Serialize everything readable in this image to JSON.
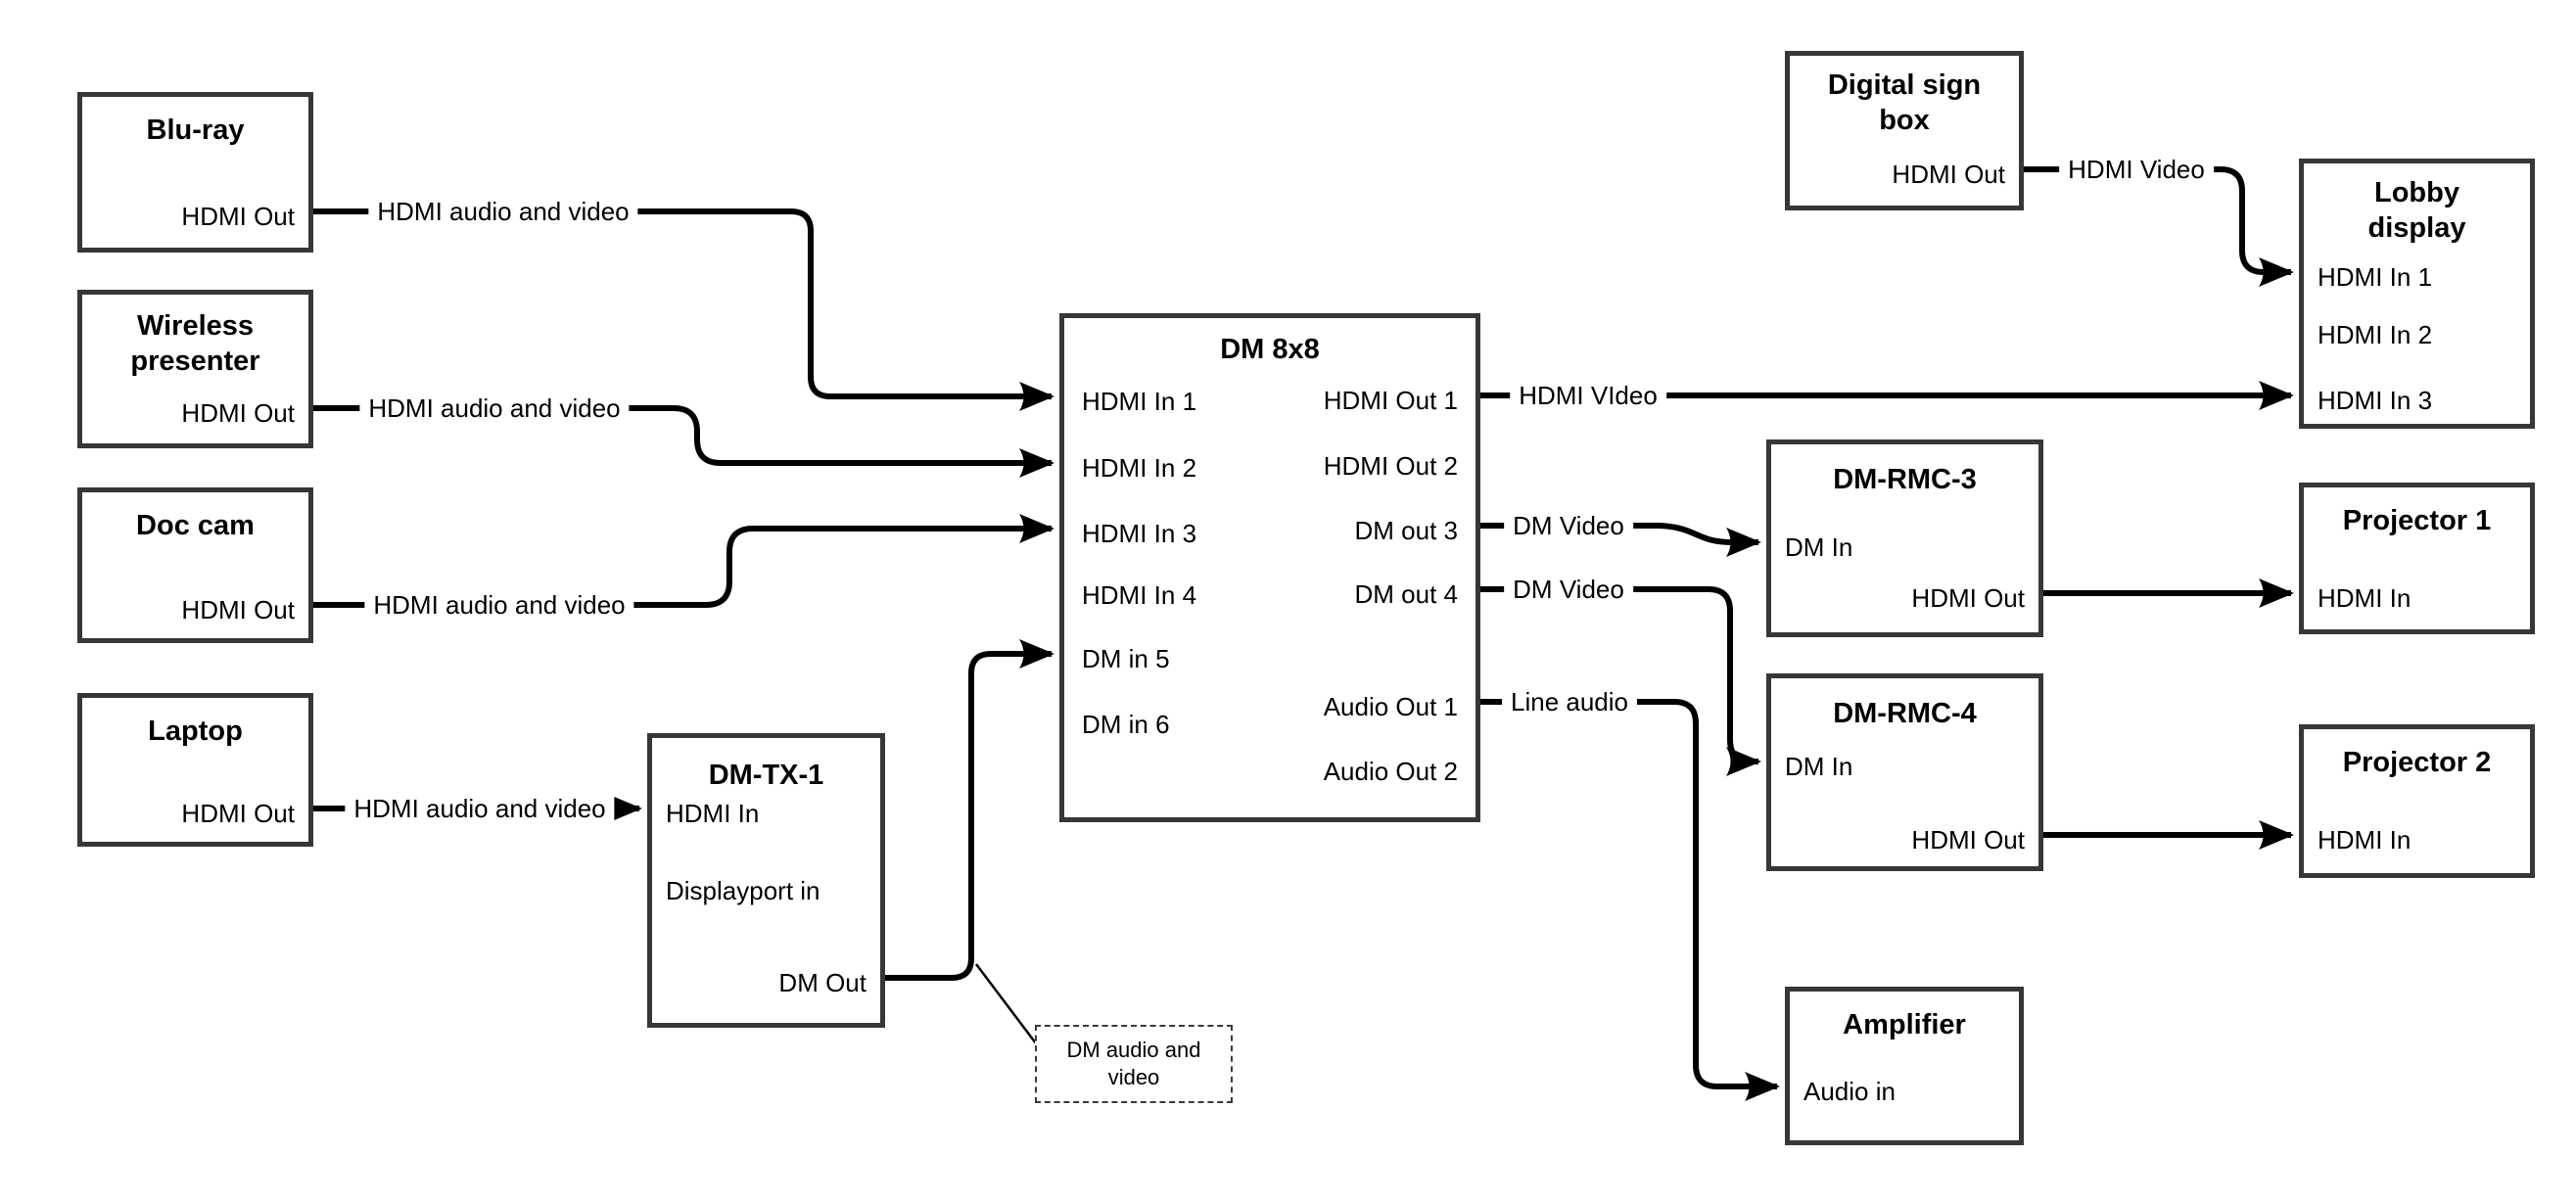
{
  "colors": {
    "background": "#ffffff",
    "box_border": "#373737",
    "wire": "#000000",
    "text": "#000000"
  },
  "nodes": {
    "blu_ray": {
      "title": "Blu-ray",
      "ports": {
        "hdmi_out": "HDMI Out"
      }
    },
    "wireless_presenter": {
      "title": "Wireless presenter",
      "ports": {
        "hdmi_out": "HDMI Out"
      }
    },
    "doc_cam": {
      "title": "Doc cam",
      "ports": {
        "hdmi_out": "HDMI Out"
      }
    },
    "laptop": {
      "title": "Laptop",
      "ports": {
        "hdmi_out": "HDMI Out"
      }
    },
    "dm_tx_1": {
      "title": "DM-TX-1",
      "ports": {
        "hdmi_in": "HDMI In",
        "displayport_in": "Displayport in",
        "dm_out": "DM Out"
      }
    },
    "dm_8x8": {
      "title": "DM 8x8",
      "left_ports": [
        "HDMI In 1",
        "HDMI In 2",
        "HDMI In 3",
        "HDMI In 4",
        "DM in 5",
        "DM in 6"
      ],
      "right_ports": [
        "HDMI Out 1",
        "HDMI Out 2",
        "DM out 3",
        "DM out 4",
        "Audio Out 1",
        "Audio Out 2"
      ]
    },
    "digital_sign_box": {
      "title": "Digital sign box",
      "ports": {
        "hdmi_out": "HDMI Out"
      }
    },
    "lobby_display": {
      "title": "Lobby display",
      "ports": [
        "HDMI In 1",
        "HDMI In 2",
        "HDMI In 3"
      ]
    },
    "dm_rmc_3": {
      "title": "DM-RMC-3",
      "ports": {
        "dm_in": "DM In",
        "hdmi_out": "HDMI Out"
      }
    },
    "projector_1": {
      "title": "Projector 1",
      "ports": {
        "hdmi_in": "HDMI In"
      }
    },
    "dm_rmc_4": {
      "title": "DM-RMC-4",
      "ports": {
        "dm_in": "DM In",
        "hdmi_out": "HDMI Out"
      }
    },
    "projector_2": {
      "title": "Projector 2",
      "ports": {
        "hdmi_in": "HDMI In"
      }
    },
    "amplifier": {
      "title": "Amplifier",
      "ports": {
        "audio_in": "Audio in"
      }
    }
  },
  "edges": {
    "bluray_to_dm8x8": {
      "label": "HDMI audio and video"
    },
    "wireless_to_dm8x8": {
      "label": "HDMI audio and video"
    },
    "doccam_to_dm8x8": {
      "label": "HDMI audio and video"
    },
    "laptop_to_dmtx1": {
      "label": "HDMI audio and video"
    },
    "dmtx1_to_dm8x8_callout": {
      "label": "DM audio and video"
    },
    "hdmi_out1_to_lobby": {
      "label": "HDMI VIdeo"
    },
    "dm_out3_to_rmc3": {
      "label": "DM Video"
    },
    "dm_out4_to_rmc4": {
      "label": "DM Video"
    },
    "audio_out1_to_amp": {
      "label": "Line audio"
    },
    "digital_sign_to_lobby": {
      "label": "HDMI Video"
    }
  }
}
